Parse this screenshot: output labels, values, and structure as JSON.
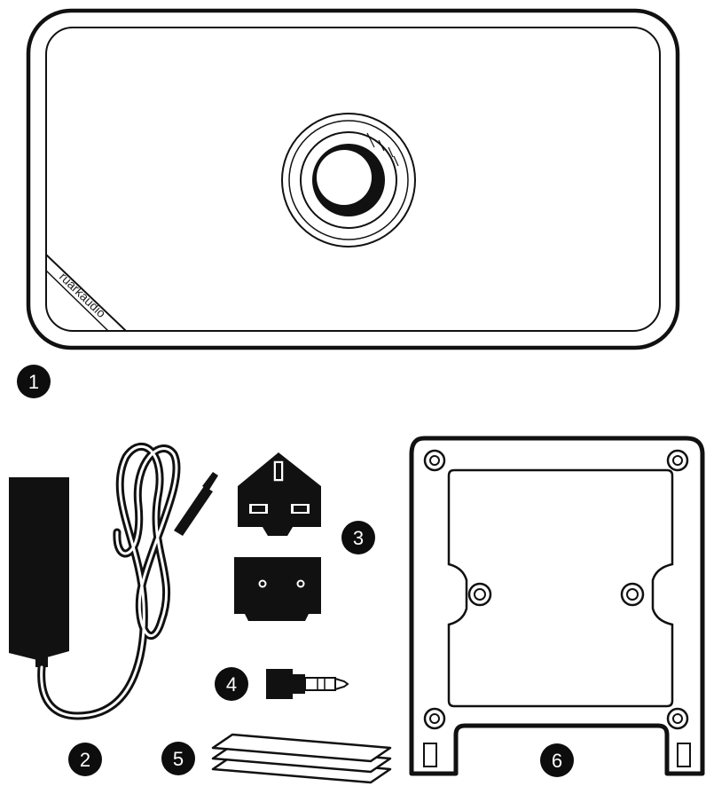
{
  "brand_logo": "ruarkaudio",
  "callouts": [
    {
      "number": "1",
      "item": "speaker"
    },
    {
      "number": "2",
      "item": "power-adapter"
    },
    {
      "number": "3",
      "item": "plug-adapters"
    },
    {
      "number": "4",
      "item": "audio-jack-adapter"
    },
    {
      "number": "5",
      "item": "documents"
    },
    {
      "number": "6",
      "item": "wall-bracket"
    }
  ],
  "colors": {
    "line": "#111111",
    "fill_dark": "#0d0d0d",
    "background": "#ffffff"
  }
}
